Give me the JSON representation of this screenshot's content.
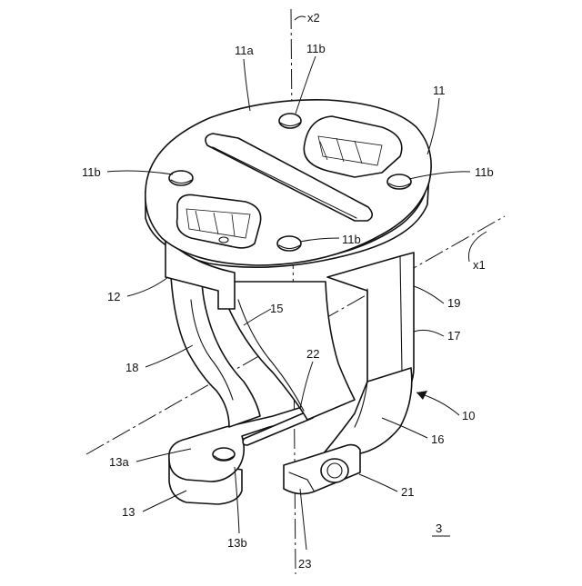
{
  "figure": {
    "labels": {
      "x2": "x2",
      "x1": "x1",
      "l11a": "11a",
      "l11b_top": "11b",
      "l11": "11",
      "l11b_left": "11b",
      "l11b_right": "11b",
      "l11b_bottom": "11b",
      "l12": "12",
      "l15": "15",
      "l19": "19",
      "l17": "17",
      "l18": "18",
      "l22": "22",
      "l10": "10",
      "l16": "16",
      "l13a": "13a",
      "l21": "21",
      "l13": "13",
      "l13b": "13b",
      "l23": "23",
      "fig_number": "3"
    }
  }
}
